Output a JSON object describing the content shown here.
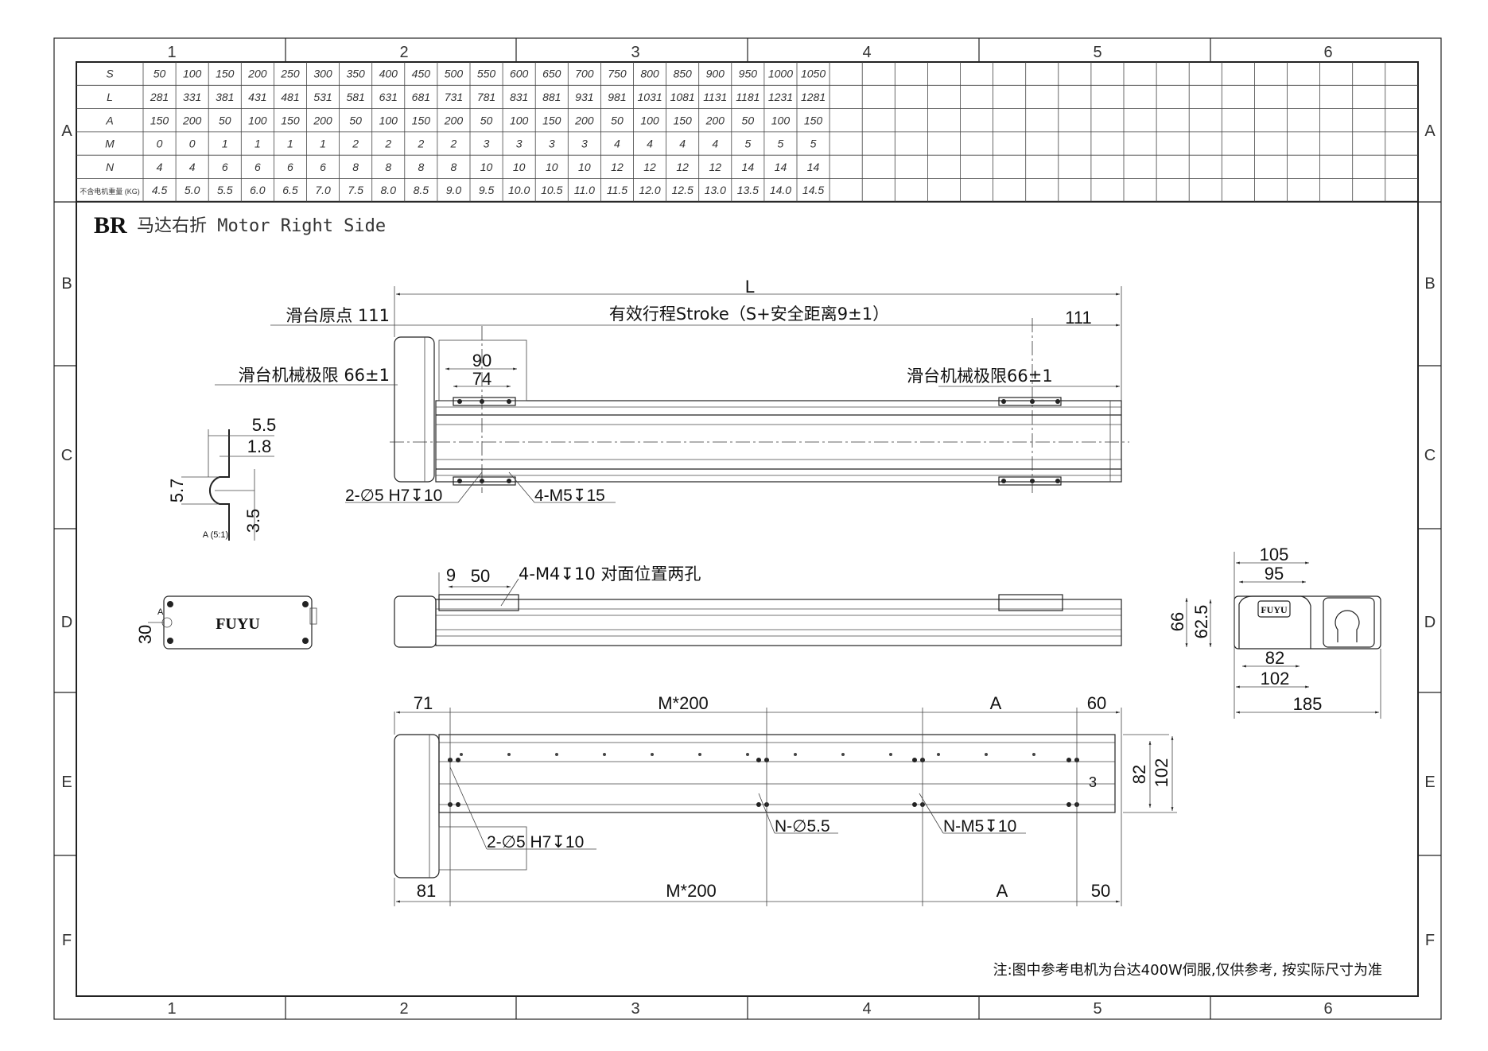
{
  "frame": {
    "columns": [
      "1",
      "2",
      "3",
      "4",
      "5",
      "6"
    ],
    "rows": [
      "A",
      "B",
      "C",
      "D",
      "E",
      "F"
    ]
  },
  "table": {
    "rows": [
      {
        "label": "S",
        "values": [
          "50",
          "100",
          "150",
          "200",
          "250",
          "300",
          "350",
          "400",
          "450",
          "500",
          "550",
          "600",
          "650",
          "700",
          "750",
          "800",
          "850",
          "900",
          "950",
          "1000",
          "1050"
        ]
      },
      {
        "label": "L",
        "values": [
          "281",
          "331",
          "381",
          "431",
          "481",
          "531",
          "581",
          "631",
          "681",
          "731",
          "781",
          "831",
          "881",
          "931",
          "981",
          "1031",
          "1081",
          "1131",
          "1181",
          "1231",
          "1281"
        ]
      },
      {
        "label": "A",
        "values": [
          "150",
          "200",
          "50",
          "100",
          "150",
          "200",
          "50",
          "100",
          "150",
          "200",
          "50",
          "100",
          "150",
          "200",
          "50",
          "100",
          "150",
          "200",
          "50",
          "100",
          "150"
        ]
      },
      {
        "label": "M",
        "values": [
          "0",
          "0",
          "1",
          "1",
          "1",
          "1",
          "2",
          "2",
          "2",
          "2",
          "3",
          "3",
          "3",
          "3",
          "4",
          "4",
          "4",
          "4",
          "5",
          "5",
          "5"
        ]
      },
      {
        "label": "N",
        "values": [
          "4",
          "4",
          "6",
          "6",
          "6",
          "6",
          "8",
          "8",
          "8",
          "8",
          "10",
          "10",
          "10",
          "10",
          "12",
          "12",
          "12",
          "12",
          "14",
          "14",
          "14"
        ]
      },
      {
        "label": "不含电机重量 (KG)",
        "values": [
          "4.5",
          "5.0",
          "5.5",
          "6.0",
          "6.5",
          "7.0",
          "7.5",
          "8.0",
          "8.5",
          "9.0",
          "9.5",
          "10.0",
          "10.5",
          "11.0",
          "11.5",
          "12.0",
          "12.5",
          "13.0",
          "13.5",
          "14.0",
          "14.5"
        ]
      }
    ],
    "total_columns": 39
  },
  "title": {
    "code": "BR",
    "text": "马达右折 Motor Right Side"
  },
  "top_view": {
    "L": "L",
    "origin": "滑台原点 111",
    "stroke": "有效行程Stroke（S+安全距离9±1）",
    "right_111": "111",
    "limit_left": "滑台机械极限 66±1",
    "limit_right": "滑台机械极限66±1",
    "d90": "90",
    "d74": "74",
    "pin_hole": "2-∅5 H7↧10",
    "tap_hole": "4-M5↧15"
  },
  "detail_a": {
    "d55": "5.5",
    "d18": "1.8",
    "d57": "5.7",
    "d35": "3.5",
    "label": "A (5:1)"
  },
  "end_view_left": {
    "d30": "30",
    "marker": "A",
    "logo": "FUYU"
  },
  "side_view": {
    "d9": "9",
    "d50": "50",
    "holes": "4-M4↧10 对面位置两孔"
  },
  "end_view_right": {
    "d105": "105",
    "d95": "95",
    "d66": "66",
    "d625": "62.5",
    "d82": "82",
    "d102": "102",
    "d185": "185",
    "logo": "FUYU"
  },
  "bottom_view": {
    "top_71": "71",
    "top_m200": "M*200",
    "top_a": "A",
    "top_60": "60",
    "bot_81": "81",
    "bot_m200": "M*200",
    "bot_a": "A",
    "bot_50": "50",
    "d82": "82",
    "d102": "102",
    "d3": "3",
    "pin_hole": "2-∅5 H7↧10",
    "n_hole": "N-∅5.5",
    "n_tap": "N-M5↧10"
  },
  "note": "注:图中参考电机为台达400W伺服,仅供参考, 按实际尺寸为准"
}
